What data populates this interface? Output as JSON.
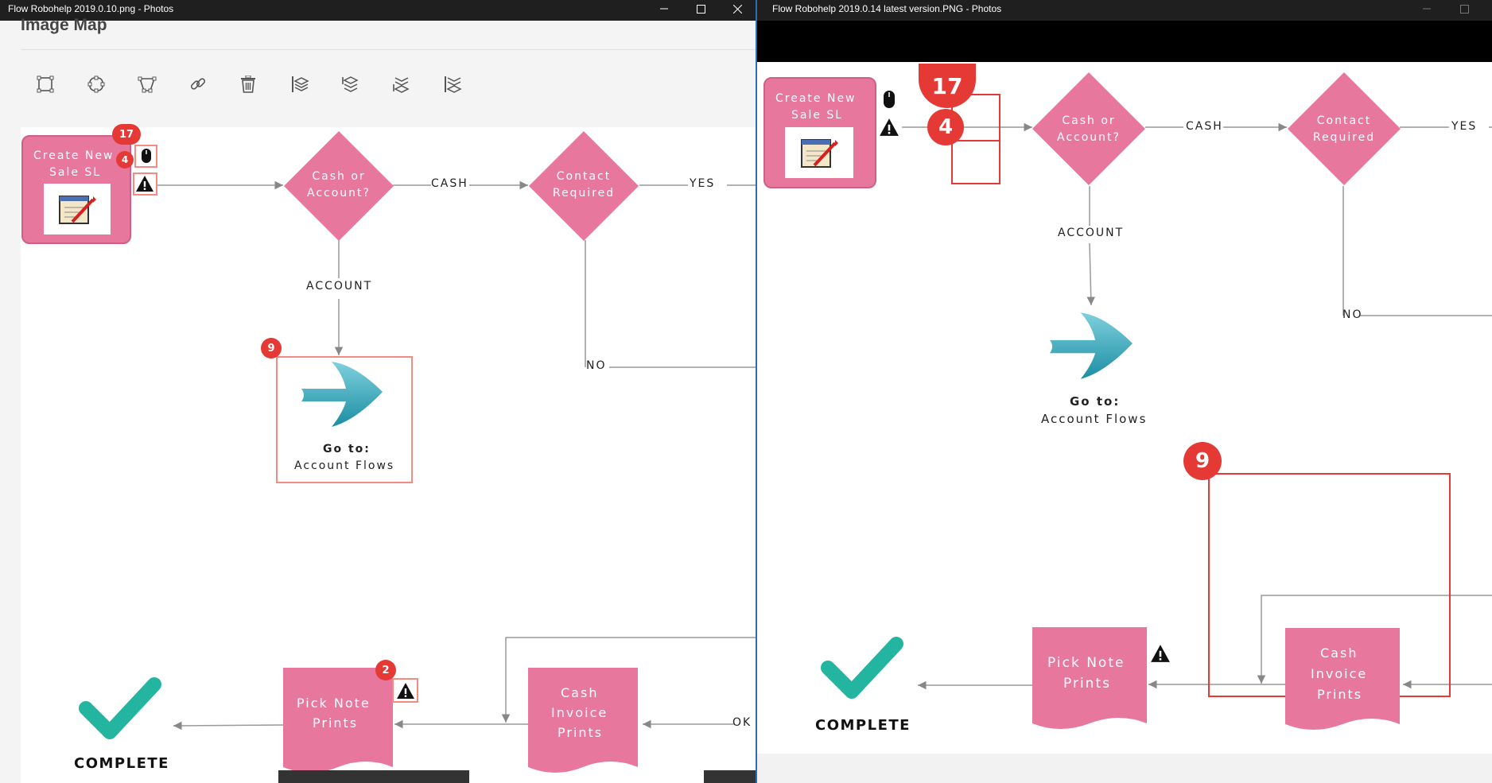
{
  "left_window": {
    "title": "Flow Robohelp 2019.0.10.png - Photos",
    "panel_title": "Image Map",
    "toolbar": [
      "rectangle-tool-icon",
      "circle-tool-icon",
      "polygon-tool-icon",
      "link-icon",
      "trash-icon",
      "bring-to-front-icon",
      "bring-forward-icon",
      "send-backward-icon",
      "send-to-back-icon"
    ],
    "diagram": {
      "start_line1": "Create New",
      "start_line2": "Sale SL",
      "decision1_line1": "Cash or",
      "decision1_line2": "Account?",
      "decision2_line1": "Contact",
      "decision2_line2": "Required",
      "edge_cash": "CASH",
      "edge_yes": "YES",
      "edge_account": "ACCOUNT",
      "edge_no": "NO",
      "edge_ok": "OK",
      "goto_line1": "Go to:",
      "goto_line2": "Account Flows",
      "pick_line1": "Pick Note",
      "pick_line2": "Prints",
      "cash_line1": "Cash",
      "cash_line2": "Invoice",
      "cash_line3": "Prints",
      "complete": "COMPLETE",
      "badge_17": "17",
      "badge_4": "4",
      "badge_9": "9",
      "badge_2": "2"
    }
  },
  "right_window": {
    "title": "Flow Robohelp 2019.0.14 latest version.PNG - Photos",
    "diagram": {
      "start_line1": "Create New",
      "start_line2": "Sale SL",
      "decision1_line1": "Cash or",
      "decision1_line2": "Account?",
      "decision2_line1": "Contact",
      "decision2_line2": "Required",
      "edge_cash": "CASH",
      "edge_yes": "YES",
      "edge_account": "ACCOUNT",
      "edge_no": "NO",
      "goto_line1": "Go to:",
      "goto_line2": "Account Flows",
      "pick_line1": "Pick Note",
      "pick_line2": "Prints",
      "cash_line1": "Cash",
      "cash_line2": "Invoice",
      "cash_line3": "Prints",
      "complete": "COMPLETE",
      "badge_17": "17",
      "badge_4": "4",
      "badge_9": "9"
    }
  },
  "colors": {
    "pink": "#e8779e",
    "teal": "#24b5a0",
    "badge_red": "#e53935",
    "titlebar": "#1f1f1f"
  }
}
